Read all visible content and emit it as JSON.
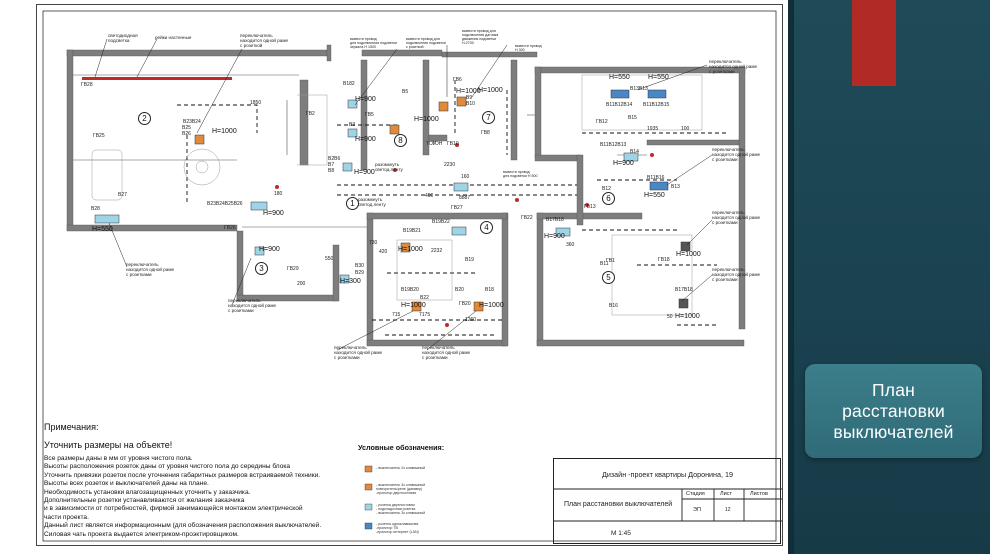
{
  "slide_title": "План\nрасстановки\nвыключателей",
  "colors": {
    "panel": "#1f4b59",
    "accent_red": "#b22a25",
    "title_box": "#3c7e8a",
    "wall": "#7a7a7a",
    "switch_orange": "#e08a3a",
    "socket_blue": "#4a87c5"
  },
  "notes": {
    "title": "Примечания:",
    "check": "Уточнить размеры на объекте!",
    "lines": [
      "Все размеры даны в мм от уровня чистого пола.",
      "Высоты расположения розеток даны от уровня чистого пола до середины блока",
      "Уточнить привязки розеток после уточнения габаритных размеров встраиваемой техники.",
      "Высоты всех розеток и выключателей даны на плане.",
      "Необходимость установки влагозащищенных уточнить у заказчика.",
      "Дополнительные розетки устанавливаются от желания заказчика",
      "и в зависимости от потребностей, фирмой занимающейся монтажом электрической",
      "части проекта.",
      "Данный лист является информационным (для обозначения расположения выключателей.",
      "Силовая чать проекта выдается электриком-проэктировщиком."
    ]
  },
  "legend": {
    "title": "Условные обозначения:",
    "items": [
      "- выключатель 2х клавишный",
      "- выключатель 3х клавишный\n  повторитель/реле (диммер)\n  -проектор двухпостовая",
      "- розетка двухпостовая\n  - подкладочная розетка\n  - выключатель 3х клавишный",
      "- розетка одноклавишная\n  -проектор ТВ\n  -проектор интернет (LAN)"
    ]
  },
  "title_block": {
    "project": "Дизайн -проект квартиры Доронина, 19",
    "sheet_name": "План расстановки выключателей",
    "stage_label": "Стадия",
    "sheet_label": "Лист",
    "sheets_label": "Листов",
    "stage_value": "ЭП",
    "sheet_value": "12",
    "scale": "М 1:45"
  },
  "plan": {
    "rooms": [
      "1",
      "2",
      "3",
      "4",
      "5",
      "6",
      "7",
      "8"
    ],
    "heights": [
      "H=1000",
      "H=900",
      "H=550",
      "H=900",
      "H=1000",
      "H=900",
      "H=550",
      "H=550",
      "H=900",
      "H=550",
      "H=1000",
      "H=900",
      "H=300",
      "H=900",
      "H=1000",
      "H=1000",
      "H=1000",
      "H=900",
      "H=1000",
      "H=1000",
      "H=1000"
    ],
    "annotations": [
      "светодиодная\nподсветка",
      "рейки настенные",
      "переключатель\nнаходится одной раме\nс розеткой",
      "вывести провод\nдля подключения подсветки\nзеркала Н 1500",
      "вывести провод для\nподключения подсветки\nс розеткой",
      "вывести провод для\nподключения датчика\nдвижения подсветки\nН-2700",
      "вывести провод\nН 300",
      "переключатель\nнаходится одной раме\nс розетками",
      "переключатель\nнаходится одной раме\nс розетками",
      "переключатель\nнаходится одной раме\nс розетками",
      "переключатель\nнаходится одной раме\nс розетками",
      "переключатель\nнаходится одной раме\nс розетками",
      "переключатель\nнаходится одной раме\nс розетками",
      "переключатель\nнаходится одной раме\nс розетками",
      "переключатель\nнаходится одной раме\nс розетками",
      "разомкнуть\nсветод.ленту",
      "разомкнуть\nсветод.ленту",
      "вывести провод\nдля подсветки Н 500"
    ],
    "labels": [
      "ГВ28",
      "ГВ2",
      "ГВ5",
      "ГВ6",
      "ГВ10",
      "ГВ8",
      "ГВ12",
      "ГВ13",
      "ГВ26",
      "ГВ27",
      "ГВ29",
      "ГВ18",
      "ГВ20",
      "ГВ22",
      "ГВ25",
      "ГВ1",
      "В23В24В25В26",
      "В23В24",
      "В25",
      "В26",
      "В27",
      "В28",
      "В2В6",
      "В7",
      "В8",
      "В9",
      "В10",
      "В182",
      "В3",
      "В19В21",
      "В19В22",
      "В17В18",
      "В17В18",
      "В30",
      "В29",
      "В13",
      "В11В16",
      "В11В12В13",
      "В11В12В14",
      "В11В12В15",
      "В13В13",
      "В12",
      "В11",
      "В14",
      "В5",
      "В20",
      "В22",
      "В19В20",
      "В19",
      "В18",
      "В16",
      "В15",
      "1850",
      "1935",
      "2230",
      "2232",
      "7175",
      "8887",
      "420",
      "550",
      "360",
      "715",
      "160",
      "180",
      "100",
      "730",
      "400",
      "200",
      "1260",
      "50",
      "ТОУ",
      "ТОН"
    ]
  }
}
